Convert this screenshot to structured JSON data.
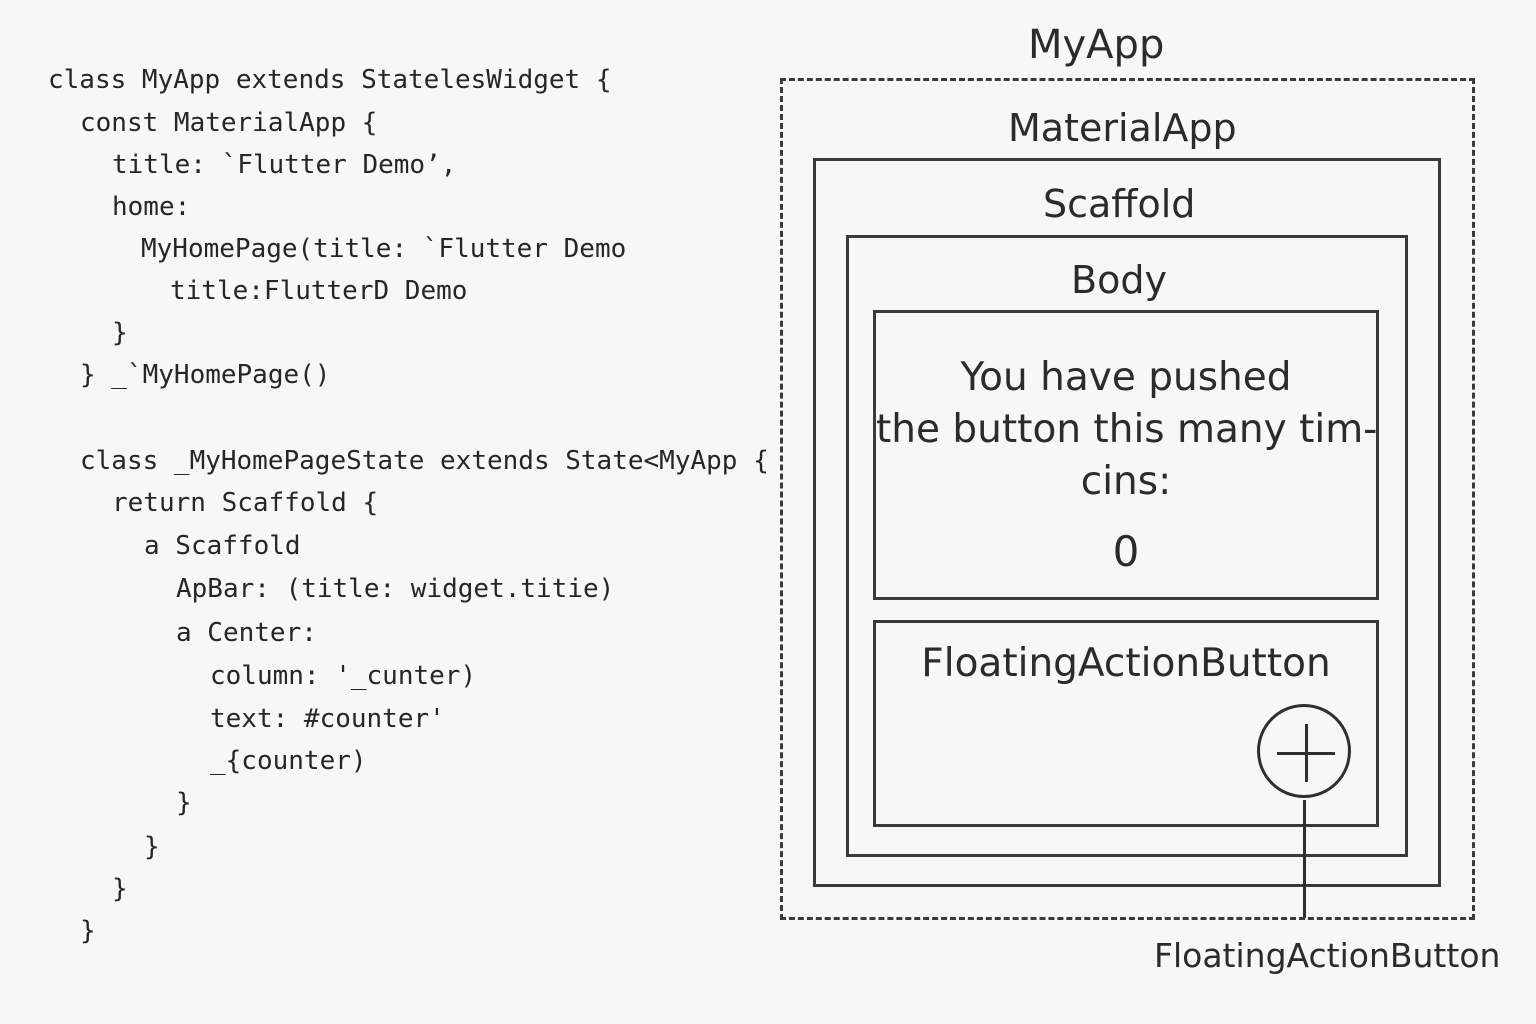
{
  "code": {
    "lines": [
      "class MyApp extends StatelesWidget {",
      "const MaterialApp {",
      "title: `Flutter Demo’,",
      "home:",
      "MyHomePage(title: `Flutter Demo",
      "title:FlutterD Demo",
      "}",
      "} _`MyHomePage()",
      "class _MyHomePageState extends State<MyApp {",
      "return Scaffold {",
      "a Scaffold",
      "ApBar: (title: widget.titie)",
      "a Center:",
      "column: '_cunter)",
      "text: #counter'",
      "_{counter)",
      "}",
      "}",
      "}",
      "}"
    ]
  },
  "diagram": {
    "outer_label": "MyApp",
    "material_label": "MaterialApp",
    "scaffold_label": "Scaffold",
    "body_label": "Body",
    "body_text": [
      "You have pushed",
      "the button this many tim-",
      "cins:"
    ],
    "counter_value": "0",
    "fab_box_label": "FloatingActionButton",
    "fab_icon": "plus-icon",
    "fab_external_label": "FloatingActionButton"
  }
}
